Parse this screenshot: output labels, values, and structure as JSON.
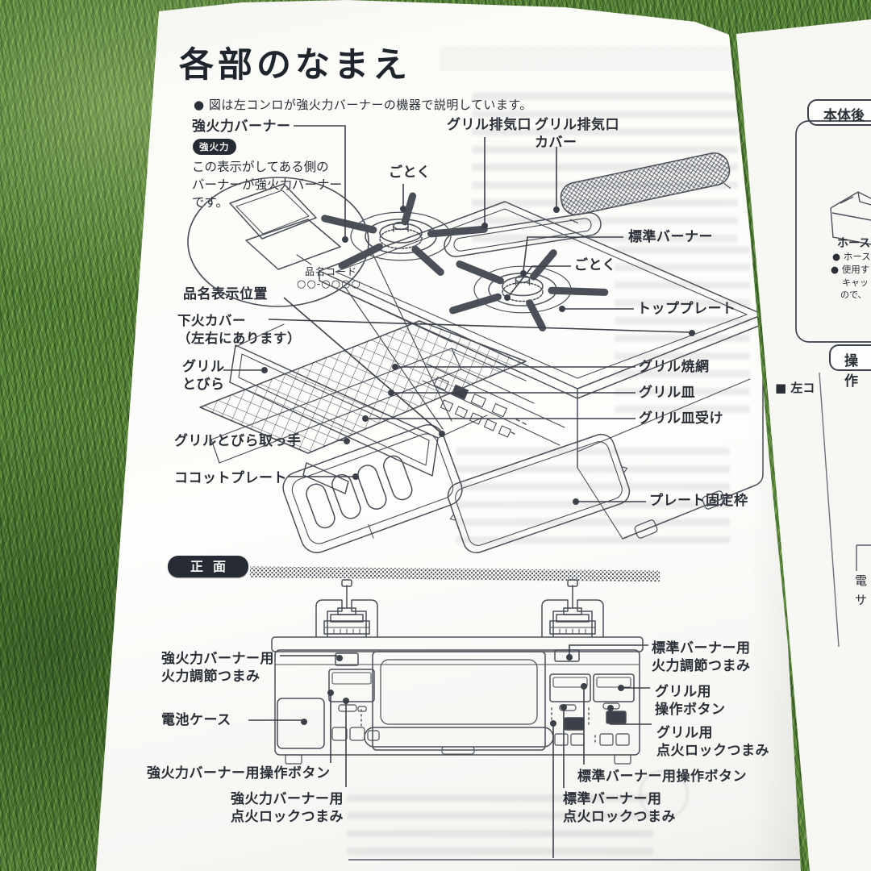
{
  "colors": {
    "paper": "#fbfbf8",
    "ink": "#454a55",
    "text": "#2a2e36",
    "badge_bg": "#262b33",
    "grass": "#55803a"
  },
  "page1": {
    "title": "各部のなまえ",
    "note": "● 図は左コンロが強火力バーナーの機器で説明しています。",
    "front_section_badge": "正面"
  },
  "iso_labels": {
    "high_power_burner": "強火力バーナー",
    "high_power_badge": "強火力",
    "high_power_desc": "この表示がしてある側の\nバーナーが強火力バーナー\nです。",
    "product_code_caption": "品名コード",
    "product_code_value": "○○-○○○○",
    "name_plate_position": "品名表示位置",
    "lower_flame_cover": "下火カバー\n（左右にあります）",
    "grill_door": "グリル\nとびら",
    "grill_door_handle": "グリルとびら取っ手",
    "cocotte_plate": "ココットプレート",
    "trivet_left": "ごとく",
    "grill_exhaust": "グリル排気口",
    "grill_exhaust_cover": "グリル排気口\nカバー",
    "standard_burner": "標準バーナー",
    "trivet_right": "ごとく",
    "top_plate": "トッププレート",
    "grill_net": "グリル焼網",
    "grill_pan": "グリル皿",
    "grill_pan_holder": "グリル皿受け",
    "plate_fixing_frame": "プレート固定枠"
  },
  "front_labels": {
    "high_knob": "強火力バーナー用\n火力調節つまみ",
    "battery_case": "電池ケース",
    "high_button": "強火力バーナー用操作ボタン",
    "high_lock": "強火力バーナー用\n点火ロックつまみ",
    "standard_knob": "標準バーナー用\n火力調節つまみ",
    "grill_button": "グリル用\n操作ボタン",
    "grill_lock": "グリル用\n点火ロックつまみ",
    "standard_button": "標準バーナー用操作ボタン",
    "standard_lock": "標準バーナー用\n点火ロックつまみ"
  },
  "next_page": {
    "box1_title": "本体後",
    "hose_heading": "ホース",
    "hose_bullet1": "● ホース",
    "hose_bullet2": "● 使用す",
    "hose_bullet3": "キャッ",
    "hose_bullet4": "ので、",
    "box2_title": "操作",
    "section_fragment": "■ 左コ",
    "fragment_lines": "電\nサ"
  }
}
